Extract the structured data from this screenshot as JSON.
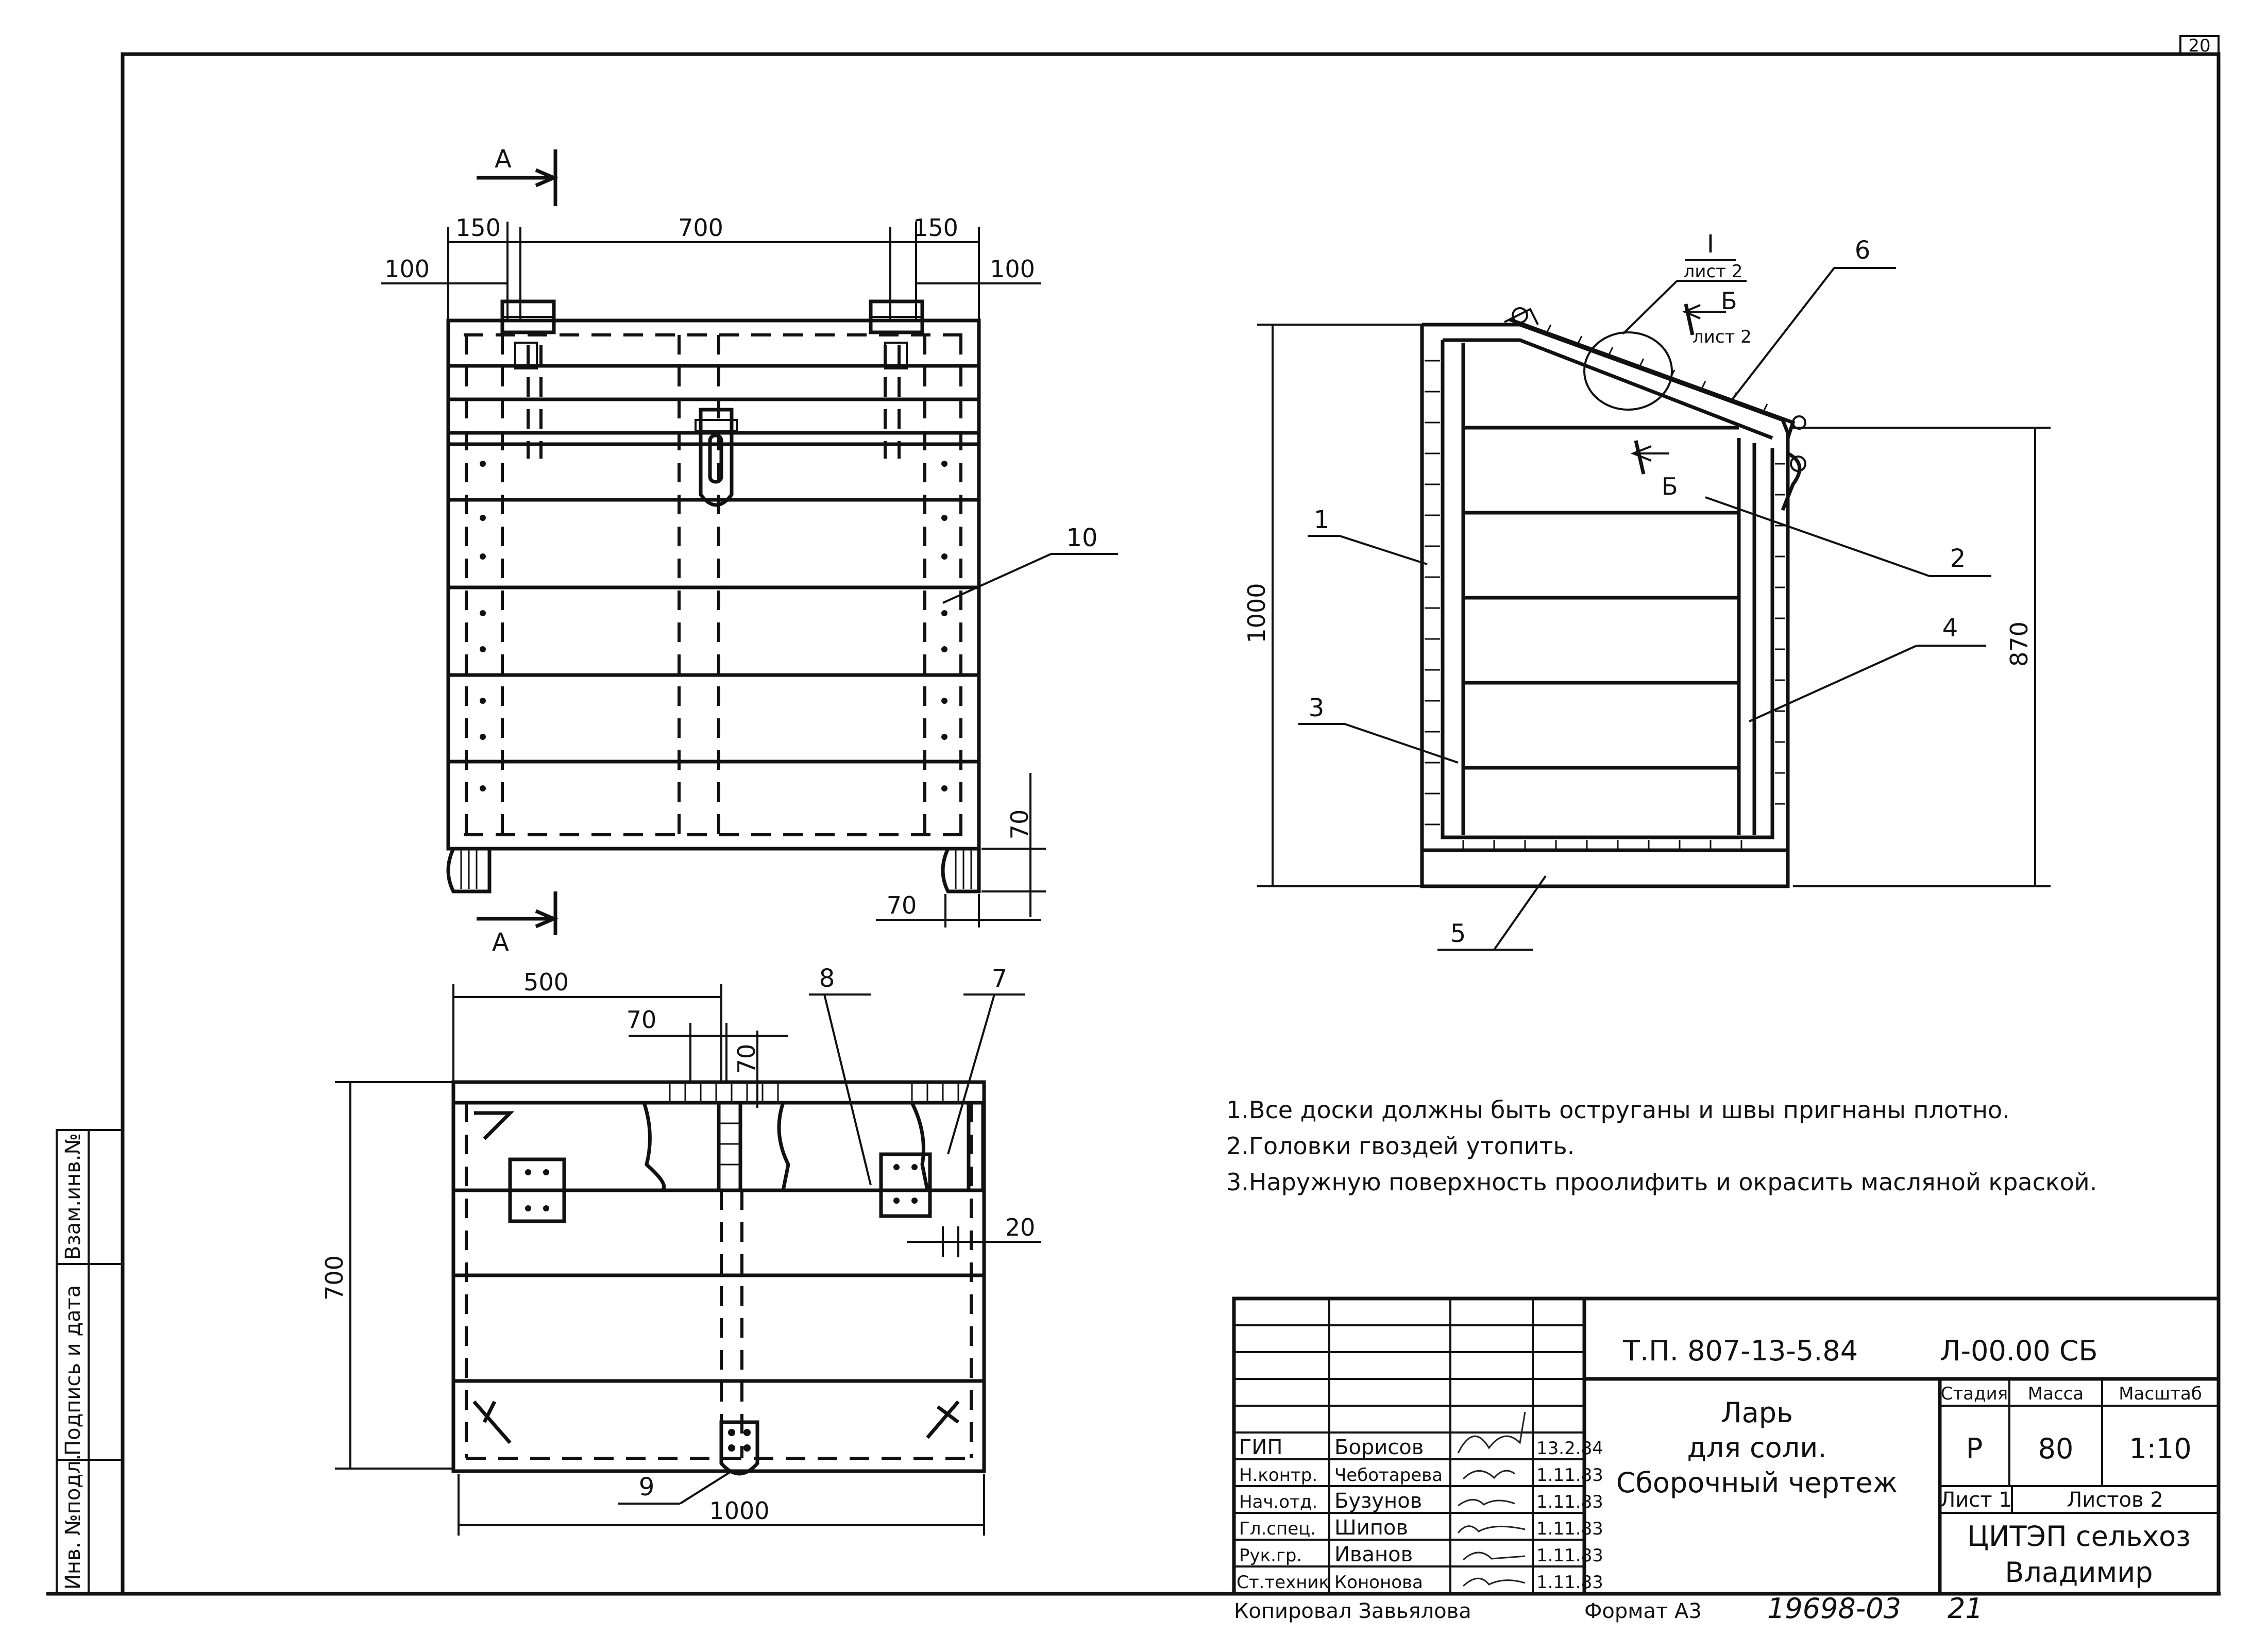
{
  "sheet": {
    "corner_number": "20",
    "side_stamp": [
      "Инв. №подл.",
      "Подпись и дата",
      "Взам.инв.№"
    ]
  },
  "front_view": {
    "section_letter_top": "А",
    "section_letter_bottom": "А",
    "dims": {
      "d150_left": "150",
      "d700": "700",
      "d150_right": "150",
      "d100_left": "100",
      "d100_right": "100",
      "d70_v": "70",
      "d70_h": "70"
    },
    "callout_10": "10"
  },
  "side_view": {
    "detail_mark": "I",
    "detail_sheet": "лист 2",
    "section_b_top": "Б",
    "section_b_top_sheet": "лист 2",
    "section_b_mid": "Б",
    "dim_1000": "1000",
    "dim_870": "870",
    "callouts": {
      "c1": "1",
      "c2": "2",
      "c3": "3",
      "c4": "4",
      "c5": "5",
      "c6": "6"
    }
  },
  "plan_view": {
    "dims": {
      "d500": "500",
      "d70_h": "70",
      "d70_v": "70",
      "d700": "700",
      "d1000": "1000",
      "d20": "20"
    },
    "callouts": {
      "c7": "7",
      "c8": "8",
      "c9": "9"
    }
  },
  "notes": [
    "1.Все доски должны быть оструганы и швы пригнаны плотно.",
    "2.Головки гвоздей утопить.",
    "3.Наружную поверхность проолифить и окрасить масляной краской."
  ],
  "title_block": {
    "doc_code": "Т.П. 807-13-5.84",
    "drawing_code": "Л-00.00 СБ",
    "title_line1": "Ларь",
    "title_line2": "для соли.",
    "title_line3": "Сборочный чертеж",
    "col_stage": "Стадия",
    "col_mass": "Масса",
    "col_scale": "Масштаб",
    "stage": "Р",
    "mass": "80",
    "scale": "1:10",
    "sheet_label": "Лист 1",
    "sheets_label": "Листов 2",
    "org_line1": "ЦИТЭП сельхоз",
    "org_line2": "Владимир",
    "people": [
      {
        "role": "ГИП",
        "name": "Борисов",
        "date": "13.2.84"
      },
      {
        "role": "Н.контр.",
        "name": "Чеботарева",
        "date": "1.11.83"
      },
      {
        "role": "Нач.отд.",
        "name": "Бузунов",
        "date": "1.11.83"
      },
      {
        "role": "Гл.спец.",
        "name": "Шипов",
        "date": "1.11.83"
      },
      {
        "role": "Рук.гр.",
        "name": "Иванов",
        "date": "1.11.83"
      },
      {
        "role": "Ст.техник",
        "name": "Кононова",
        "date": "1.11.83"
      }
    ]
  },
  "footer": {
    "copied": "Копировал Завьялова",
    "format": "Формат А3",
    "number": "19698-03",
    "page": "21"
  }
}
